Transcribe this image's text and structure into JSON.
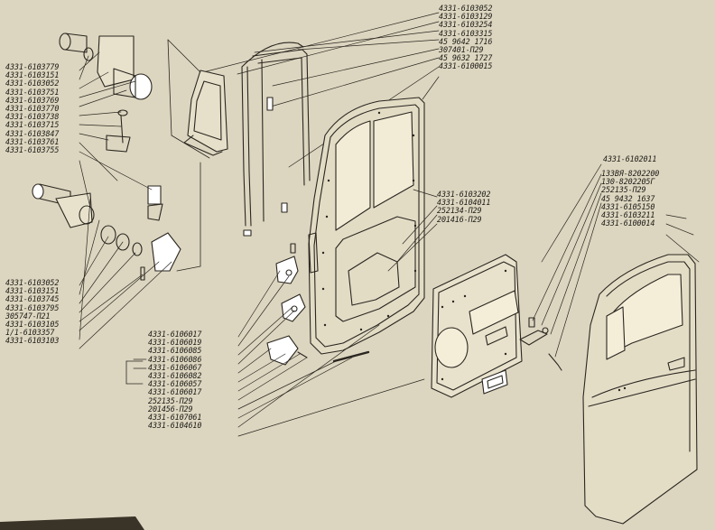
{
  "title": "",
  "diagram": {
    "top_right_labels": [
      "4331-6103052",
      "4331-6103129",
      "4331-6103254",
      "4331-6103315",
      "45 9642 1716",
      "307401-П29",
      "45 9632 1727",
      "4331-6100015"
    ],
    "left_top_labels": [
      "4331-6103779",
      "4331-6103151",
      "4331-6103052",
      "4331-6103751",
      "4331-6103769",
      "4331-6103770",
      "4331-6103738",
      "4331-6103715",
      "4331-6103847",
      "4331-6103761",
      "4331-6103755"
    ],
    "left_bottom_labels": [
      "4331-6103052",
      "4331-6103151",
      "4331-6103745",
      "4331-6103795",
      "305747-П21",
      "4331-6103105",
      "1/1-6103357",
      "4331-6103103"
    ],
    "center_bottom_labels": [
      "4331-6106017",
      "4331-6106019",
      "4331-6106085",
      "4331-6106086",
      "4331-6106067",
      "4331-6106082",
      "4331-6106057",
      "4331-6106017",
      "252135-П29",
      "201456-П29",
      "4331-6107061",
      "4331-6104610"
    ],
    "middle_labels": [
      "4331-6103202",
      "4331-6104011",
      "252134-П29",
      "201416-П29"
    ],
    "right_labels": [
      "4331-6102011",
      "133ВЯ-8202200",
      "130-8202205Г",
      "252135-П29",
      "45 9432 1637",
      "4331-6105150",
      "4331-6103211",
      "4331-6100014"
    ]
  }
}
